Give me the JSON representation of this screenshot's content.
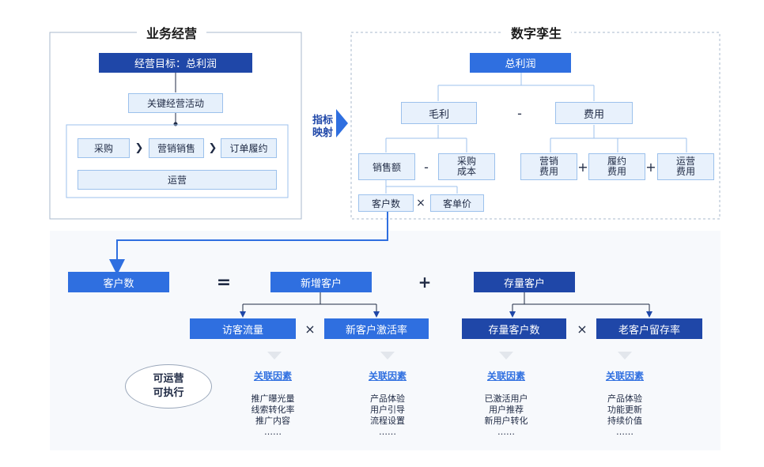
{
  "business": {
    "title": "业务经营",
    "goal": "经营目标：总利润",
    "key_activity": "关键经营活动",
    "flow": [
      "采购",
      "营销销售",
      "订单履约"
    ],
    "ops": "运营"
  },
  "mapping": {
    "line1": "指标",
    "line2": "映射"
  },
  "twin": {
    "title": "数字孪生",
    "total": "总利润",
    "gross": "毛利",
    "minus": "-",
    "cost": "费用",
    "sales": "销售额",
    "purchase_cost": [
      "采购",
      "成本"
    ],
    "marketing_cost": [
      "营销",
      "费用"
    ],
    "fulfill_cost": [
      "履约",
      "费用"
    ],
    "ops_cost": [
      "运营",
      "费用"
    ],
    "plus": "+",
    "times": "×",
    "customers": "客户数",
    "unit_price": "客单价"
  },
  "bottom": {
    "customers": "客户数",
    "equals": "=",
    "new_customers": "新增客户",
    "plus": "+",
    "stock_customers": "存量客户",
    "visitor_flow": "访客流量",
    "activation": "新客户激活率",
    "stock_count": "存量客户数",
    "retention": "老客户留存率",
    "times": "×",
    "actionable": [
      "可运营",
      "可执行"
    ],
    "factors": [
      {
        "title": "关联因素",
        "items": [
          "推广曝光量",
          "线索转化率",
          "推广内容",
          "……"
        ]
      },
      {
        "title": "关联因素",
        "items": [
          "产品体验",
          "用户引导",
          "流程设置",
          "……"
        ]
      },
      {
        "title": "关联因素",
        "items": [
          "已激活用户",
          "用户推荐",
          "新用户转化",
          "……"
        ]
      },
      {
        "title": "关联因素",
        "items": [
          "产品体验",
          "功能更新",
          "持续价值",
          "……"
        ]
      }
    ]
  },
  "colors": {
    "dark_blue": "#1f47a8",
    "blue": "#2f6fe0",
    "light": "#e8f1fc",
    "border": "#9cc1ec"
  }
}
